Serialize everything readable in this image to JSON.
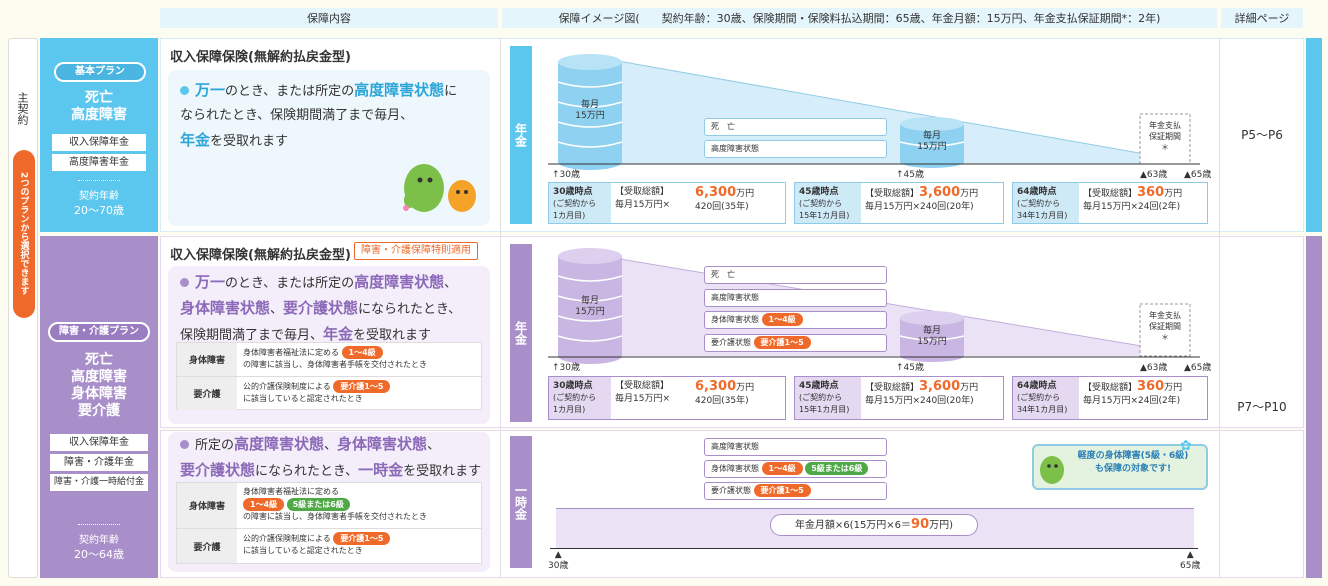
{
  "header": {
    "col_content": "保障内容",
    "col_image": "保障イメージ図(　　契約年齢：30歳、保険期間・保険料払込期間：65歳、年金月額：15万円、年金支払保証期間*：2年)",
    "col_pages": "詳細ページ"
  },
  "left": {
    "main_contract": "主契約",
    "choose_note": "2つのプランから選択できます"
  },
  "plan_basic": {
    "pill": "基本プラン",
    "title_lines": [
      "死亡",
      "高度障害"
    ],
    "items": [
      "収入保障年金",
      "高度障害年金"
    ],
    "age_label": "契約年齢",
    "age_range": "20〜70歳"
  },
  "plan_care": {
    "pill": "障害・介護プラン",
    "title_lines": [
      "死亡",
      "高度障害",
      "身体障害",
      "要介護"
    ],
    "items": [
      "収入保障年金",
      "障害・介護年金",
      "障害・介護一時給付金"
    ],
    "age_label": "契約年齢",
    "age_range": "20〜64歳"
  },
  "sec1": {
    "title": "収入保障保険(無解約払戻金型)",
    "t1": "万一",
    "t2": "のとき、または所定の",
    "t3": "高度障害状態",
    "t4": "に",
    "t5": "なられたとき、保険期間満了まで毎月、",
    "t6": "年金",
    "t7": "を受取れます",
    "tab": "年金",
    "drum_left": "毎月\n15万円",
    "drum_mid": "毎月\n15万円",
    "tags": [
      "死　亡",
      "高度障害状態"
    ],
    "guarantee": "年金支払\n保証期間\n＊",
    "axis": {
      "start": "30歳",
      "mid": "45歳",
      "g": "▲63歳",
      "end": "▲65歳"
    },
    "boxes": [
      {
        "when": "30歳時点",
        "when2": "(ご契約から\n1カ月目)",
        "label": "【受取総額】",
        "calc": "毎月15万円×",
        "amount": "6,300",
        "unit": "万円",
        "count": "420回(35年)"
      },
      {
        "when": "45歳時点",
        "when2": "(ご契約から\n15年1カ月目)",
        "label": "【受取総額】",
        "calc": "毎月15万円×240回(20年)",
        "amount": "3,600",
        "unit": "万円",
        "count": ""
      },
      {
        "when": "64歳時点",
        "when2": "(ご契約から\n34年1カ月目)",
        "label": "【受取総額】",
        "calc": "毎月15万円×24回(2年)",
        "amount": "360",
        "unit": "万円",
        "count": ""
      }
    ],
    "page": "P5〜P6"
  },
  "sec2": {
    "title": "収入保障保険(無解約払戻金型)",
    "badge": "障害・介護保障特則適用",
    "l1a": "万一",
    "l1b": "のとき、または所定の",
    "l1c": "高度障害状態",
    "l1d": "、",
    "l2a": "身体障害状態",
    "l2b": "、",
    "l2c": "要介護状態",
    "l2d": "になられたとき、",
    "l3a": "保険期間満了まで毎月、",
    "l3b": "年金",
    "l3c": "を受取れます",
    "table": [
      {
        "label": "身体障害",
        "t1": "身体障害者福祉法に定める",
        "pill": "1〜4級",
        "t2": "の障害に該当し、身体障害者手帳を交付されたとき"
      },
      {
        "label": "要介護",
        "t1": "公的介護保険制度による",
        "pill": "要介護1〜5",
        "t2": "に該当していると認定されたとき"
      }
    ],
    "tab": "年金",
    "drum_left": "毎月\n15万円",
    "drum_mid": "毎月\n15万円",
    "tags": [
      "死　亡",
      "高度障害状態",
      "身体障害状態",
      "要介護状態"
    ],
    "tag_pills": [
      "",
      "",
      "1〜4級",
      "要介護1〜5"
    ],
    "guarantee": "年金支払\n保証期間\n＊",
    "axis": {
      "start": "30歳",
      "mid": "45歳",
      "g": "▲63歳",
      "end": "▲65歳"
    },
    "boxes": [
      {
        "when": "30歳時点",
        "when2": "(ご契約から\n1カ月目)",
        "label": "【受取総額】",
        "calc": "毎月15万円×",
        "amount": "6,300",
        "unit": "万円",
        "count": "420回(35年)"
      },
      {
        "when": "45歳時点",
        "when2": "(ご契約から\n15年1カ月目)",
        "label": "【受取総額】",
        "calc": "毎月15万円×240回(20年)",
        "amount": "3,600",
        "unit": "万円",
        "count": ""
      },
      {
        "when": "64歳時点",
        "when2": "(ご契約から\n34年1カ月目)",
        "label": "【受取総額】",
        "calc": "毎月15万円×24回(2年)",
        "amount": "360",
        "unit": "万円",
        "count": ""
      }
    ],
    "page": "P7〜P10"
  },
  "sec3": {
    "l1a": "所定の",
    "l1b": "高度障害状態",
    "l1c": "、",
    "l1d": "身体障害状態",
    "l1e": "、",
    "l2a": "要介護状態",
    "l2b": "になられたとき、",
    "l2c": "一時金",
    "l2d": "を受取れます",
    "table": [
      {
        "label": "身体障害",
        "t1": "身体障害者福祉法に定める",
        "pill": "1〜4級",
        "pill2": "5級または6級",
        "t2": "の障害に該当し、身体障害者手帳を交付されたとき"
      },
      {
        "label": "要介護",
        "t1": "公的介護保険制度による",
        "pill": "要介護1〜5",
        "t2": "に該当していると認定されたとき"
      }
    ],
    "tab": "一時金",
    "tags": [
      "高度障害状態",
      "身体障害状態",
      "要介護状態"
    ],
    "tag_pills": [
      "",
      "1〜4級",
      "要介護1〜5"
    ],
    "tag_pill2": "5級または6級",
    "bubble": "軽度の身体障害(5級・6級)\nも保障の対象です!",
    "bar_a": "年金月額×6(15万円×6＝",
    "bar_b": "90",
    "bar_c": "万円)",
    "axis": {
      "start": "30歳",
      "end": "65歳"
    }
  },
  "colors": {
    "blue": "#5cc7ee",
    "purple": "#a98fca",
    "orange": "#ef6a2a",
    "green": "#4ea946"
  }
}
